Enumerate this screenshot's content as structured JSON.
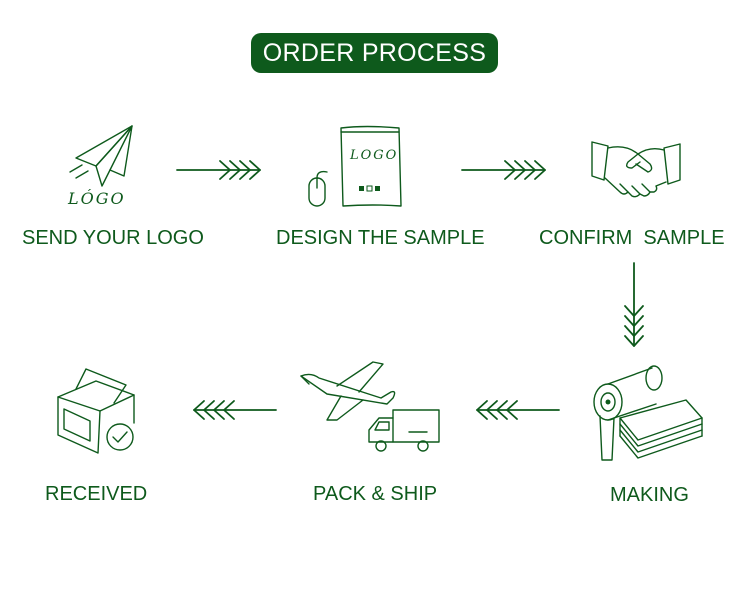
{
  "title": "ORDER PROCESS",
  "steps": [
    {
      "label": "SEND YOUR LOGO",
      "icon": "paper-plane-icon",
      "icon_text": "LÓGO"
    },
    {
      "label": "DESIGN THE SAMPLE",
      "icon": "sample-bag-mouse-icon",
      "icon_text": "LOGO"
    },
    {
      "label": "CONFIRM  SAMPLE",
      "icon": "handshake-icon"
    },
    {
      "label": "MAKING",
      "icon": "fabric-roll-icon"
    },
    {
      "label": "PACK & SHIP",
      "icon": "plane-truck-icon"
    },
    {
      "label": "RECEIVED",
      "icon": "box-check-icon"
    }
  ],
  "colors": {
    "accent": "#0e5a1c",
    "background": "#ffffff"
  }
}
